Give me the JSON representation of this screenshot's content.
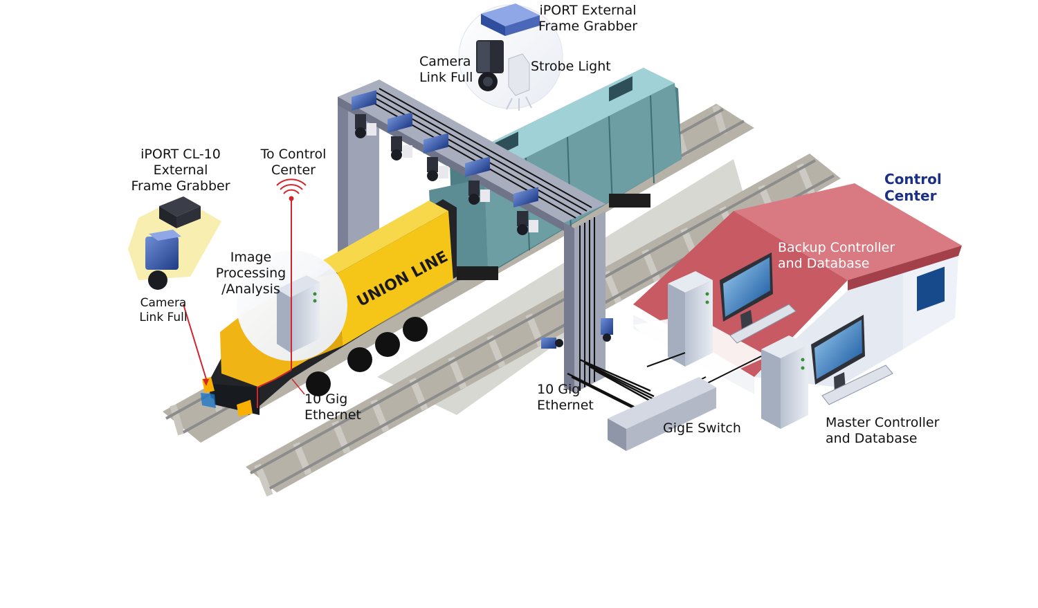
{
  "labels": {
    "top_grabber": [
      "iPORT External",
      "Frame Grabber"
    ],
    "top_camera": [
      "Camera",
      "Link Full"
    ],
    "strobe": "Strobe Light",
    "cl10": [
      "iPORT CL-10",
      "External",
      "Frame Grabber"
    ],
    "to_control": [
      "To Control",
      "Center"
    ],
    "image_processing": [
      "Image",
      "Processing",
      "/Analysis"
    ],
    "left_camera": [
      "Camera",
      "Link Full"
    ],
    "eth_left": [
      "10 Gig",
      "Ethernet"
    ],
    "eth_right": [
      "10 Gig",
      "Ethernet"
    ],
    "switch": "GigE Switch",
    "control_center": [
      "Control",
      "Center"
    ],
    "backup": [
      "Backup Controller",
      "and Database"
    ],
    "master": [
      "Master Controller",
      "and Database"
    ]
  },
  "locomotive_text": "UNION LINE",
  "colors": {
    "locomotive": "#f5c518",
    "boxcar": "#6d9ea4",
    "gantry": "#8a8fa3",
    "roof": "#c75a62",
    "signal": "#d3232b",
    "control_center_text": "#1b2f86",
    "camera": "#2f4f9e"
  }
}
